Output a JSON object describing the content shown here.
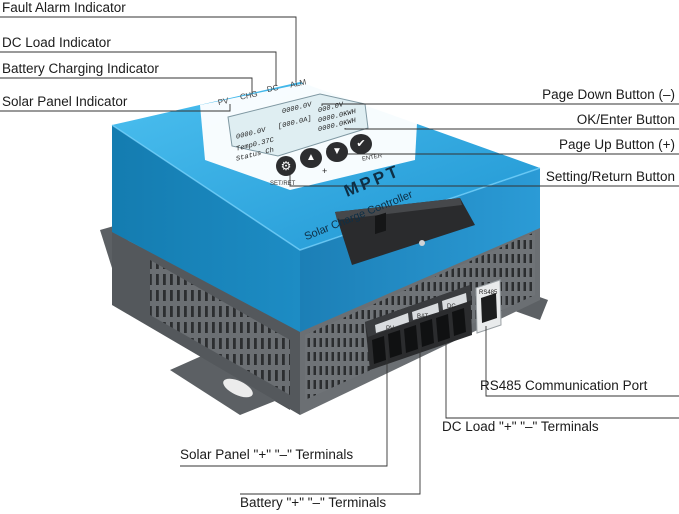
{
  "callouts": {
    "fault_alarm": "Fault Alarm Indicator",
    "dc_load": "DC Load Indicator",
    "battery_charging": "Battery Charging Indicator",
    "solar_panel": "Solar Panel Indicator",
    "page_down": "Page Down Button (–)",
    "ok_enter": "OK/Enter Button",
    "page_up": "Page Up Button (+)",
    "setting_return": "Setting/Return Button",
    "rs485": "RS485 Communication Port",
    "dc_load_terminals": "DC Load \"+\" \"–\" Terminals",
    "solar_terminals": "Solar Panel \"+\" \"–\" Terminals",
    "battery_terminals": "Battery \"+\" \"–\" Terminals"
  },
  "device": {
    "brand": "MPPT",
    "subtitle": "Solar Charge Controller",
    "indicators": {
      "pv": "PV",
      "chg": "CHG",
      "dc": "DC",
      "alm": "ALM"
    },
    "buttons": {
      "set_ret": "SET/RET",
      "plus": "+",
      "minus": "–",
      "enter": "ENTER"
    },
    "lcd": {
      "line1_left": "0000.0V",
      "line1_right": "000.0V",
      "line2_left": "[000.0A]",
      "line2_right": "0000.0KWH",
      "line3_left": "Temp0.37C",
      "line3_right": "0000.0KWH",
      "line4_left": "Status Ch",
      "top_mid": "0000.0V"
    },
    "terminals": {
      "pv": "PV",
      "bat": "BAT",
      "dc": "DC",
      "rs485": "RS485"
    }
  },
  "colors": {
    "housing_blue": "#2ba8e0",
    "housing_dark": "#1d86bd",
    "base_gray": "#6b6f73",
    "lcd": "#dfeef2"
  }
}
